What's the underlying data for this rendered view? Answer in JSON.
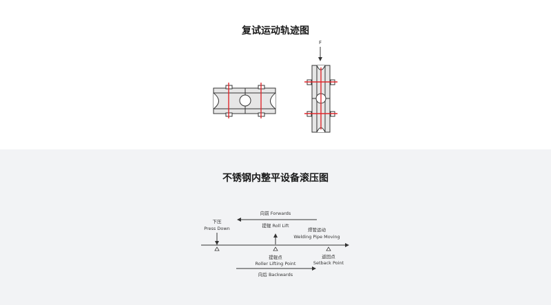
{
  "section1": {
    "title": "复试运动轨迹图",
    "force_label": "F"
  },
  "section2": {
    "title": "不锈钢内整平设备滚压图",
    "labels": {
      "press_down_cn": "下压",
      "press_down_en": "Press Down",
      "forwards": "向前  Forwards",
      "roll_lift": "提辊  Roll Lift",
      "welding_cn": "焊管运动",
      "welding_en": "Welding Pipe Moving",
      "roller_point_cn": "提辊点",
      "roller_point_en": "Roller Lifting Point",
      "setback_cn": "返回点",
      "setback_en": "Setback Point",
      "backwards": "向后  Backwards"
    }
  },
  "colors": {
    "accent": "#e0262b",
    "line": "#333333",
    "fill": "#e6e6e6",
    "bottom_bg": "#f2f3f5"
  }
}
